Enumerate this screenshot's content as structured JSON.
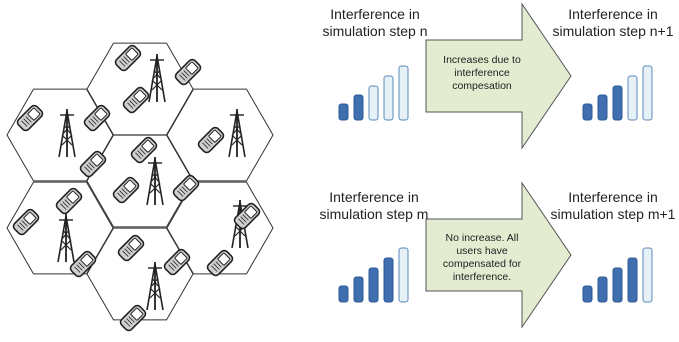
{
  "rows": [
    {
      "left_label": [
        "Interference in",
        "simulation step n"
      ],
      "arrow_text": [
        "Increases due to",
        "interference",
        "compesation"
      ],
      "right_label": [
        "Interference in",
        "simulation step n+1"
      ],
      "left_active_bars": 2,
      "right_active_bars": 3
    },
    {
      "left_label": [
        "Interference in",
        "simulation step m"
      ],
      "arrow_text": [
        "No increase. All",
        "users have",
        "compensated for",
        "interference."
      ],
      "right_label": [
        "Interference in",
        "simulation step m+1"
      ],
      "left_active_bars": 4,
      "right_active_bars": 4
    }
  ],
  "bars_total": 5,
  "colors": {
    "arrow_fill": "#e3ecd0",
    "arrow_stroke": "#555555",
    "bar_active": "#3f6fae",
    "bar_inactive": "#e6f1f8",
    "bar_stroke": "#5a88b8",
    "hex_stroke": "#333333",
    "phone_fill": "#cfcfcf",
    "tower": "#222222"
  },
  "icons": {
    "tower": "cell-tower-icon",
    "phone": "mobile-phone-icon",
    "arrow": "right-arrow-icon",
    "bars": "signal-bars-icon"
  }
}
